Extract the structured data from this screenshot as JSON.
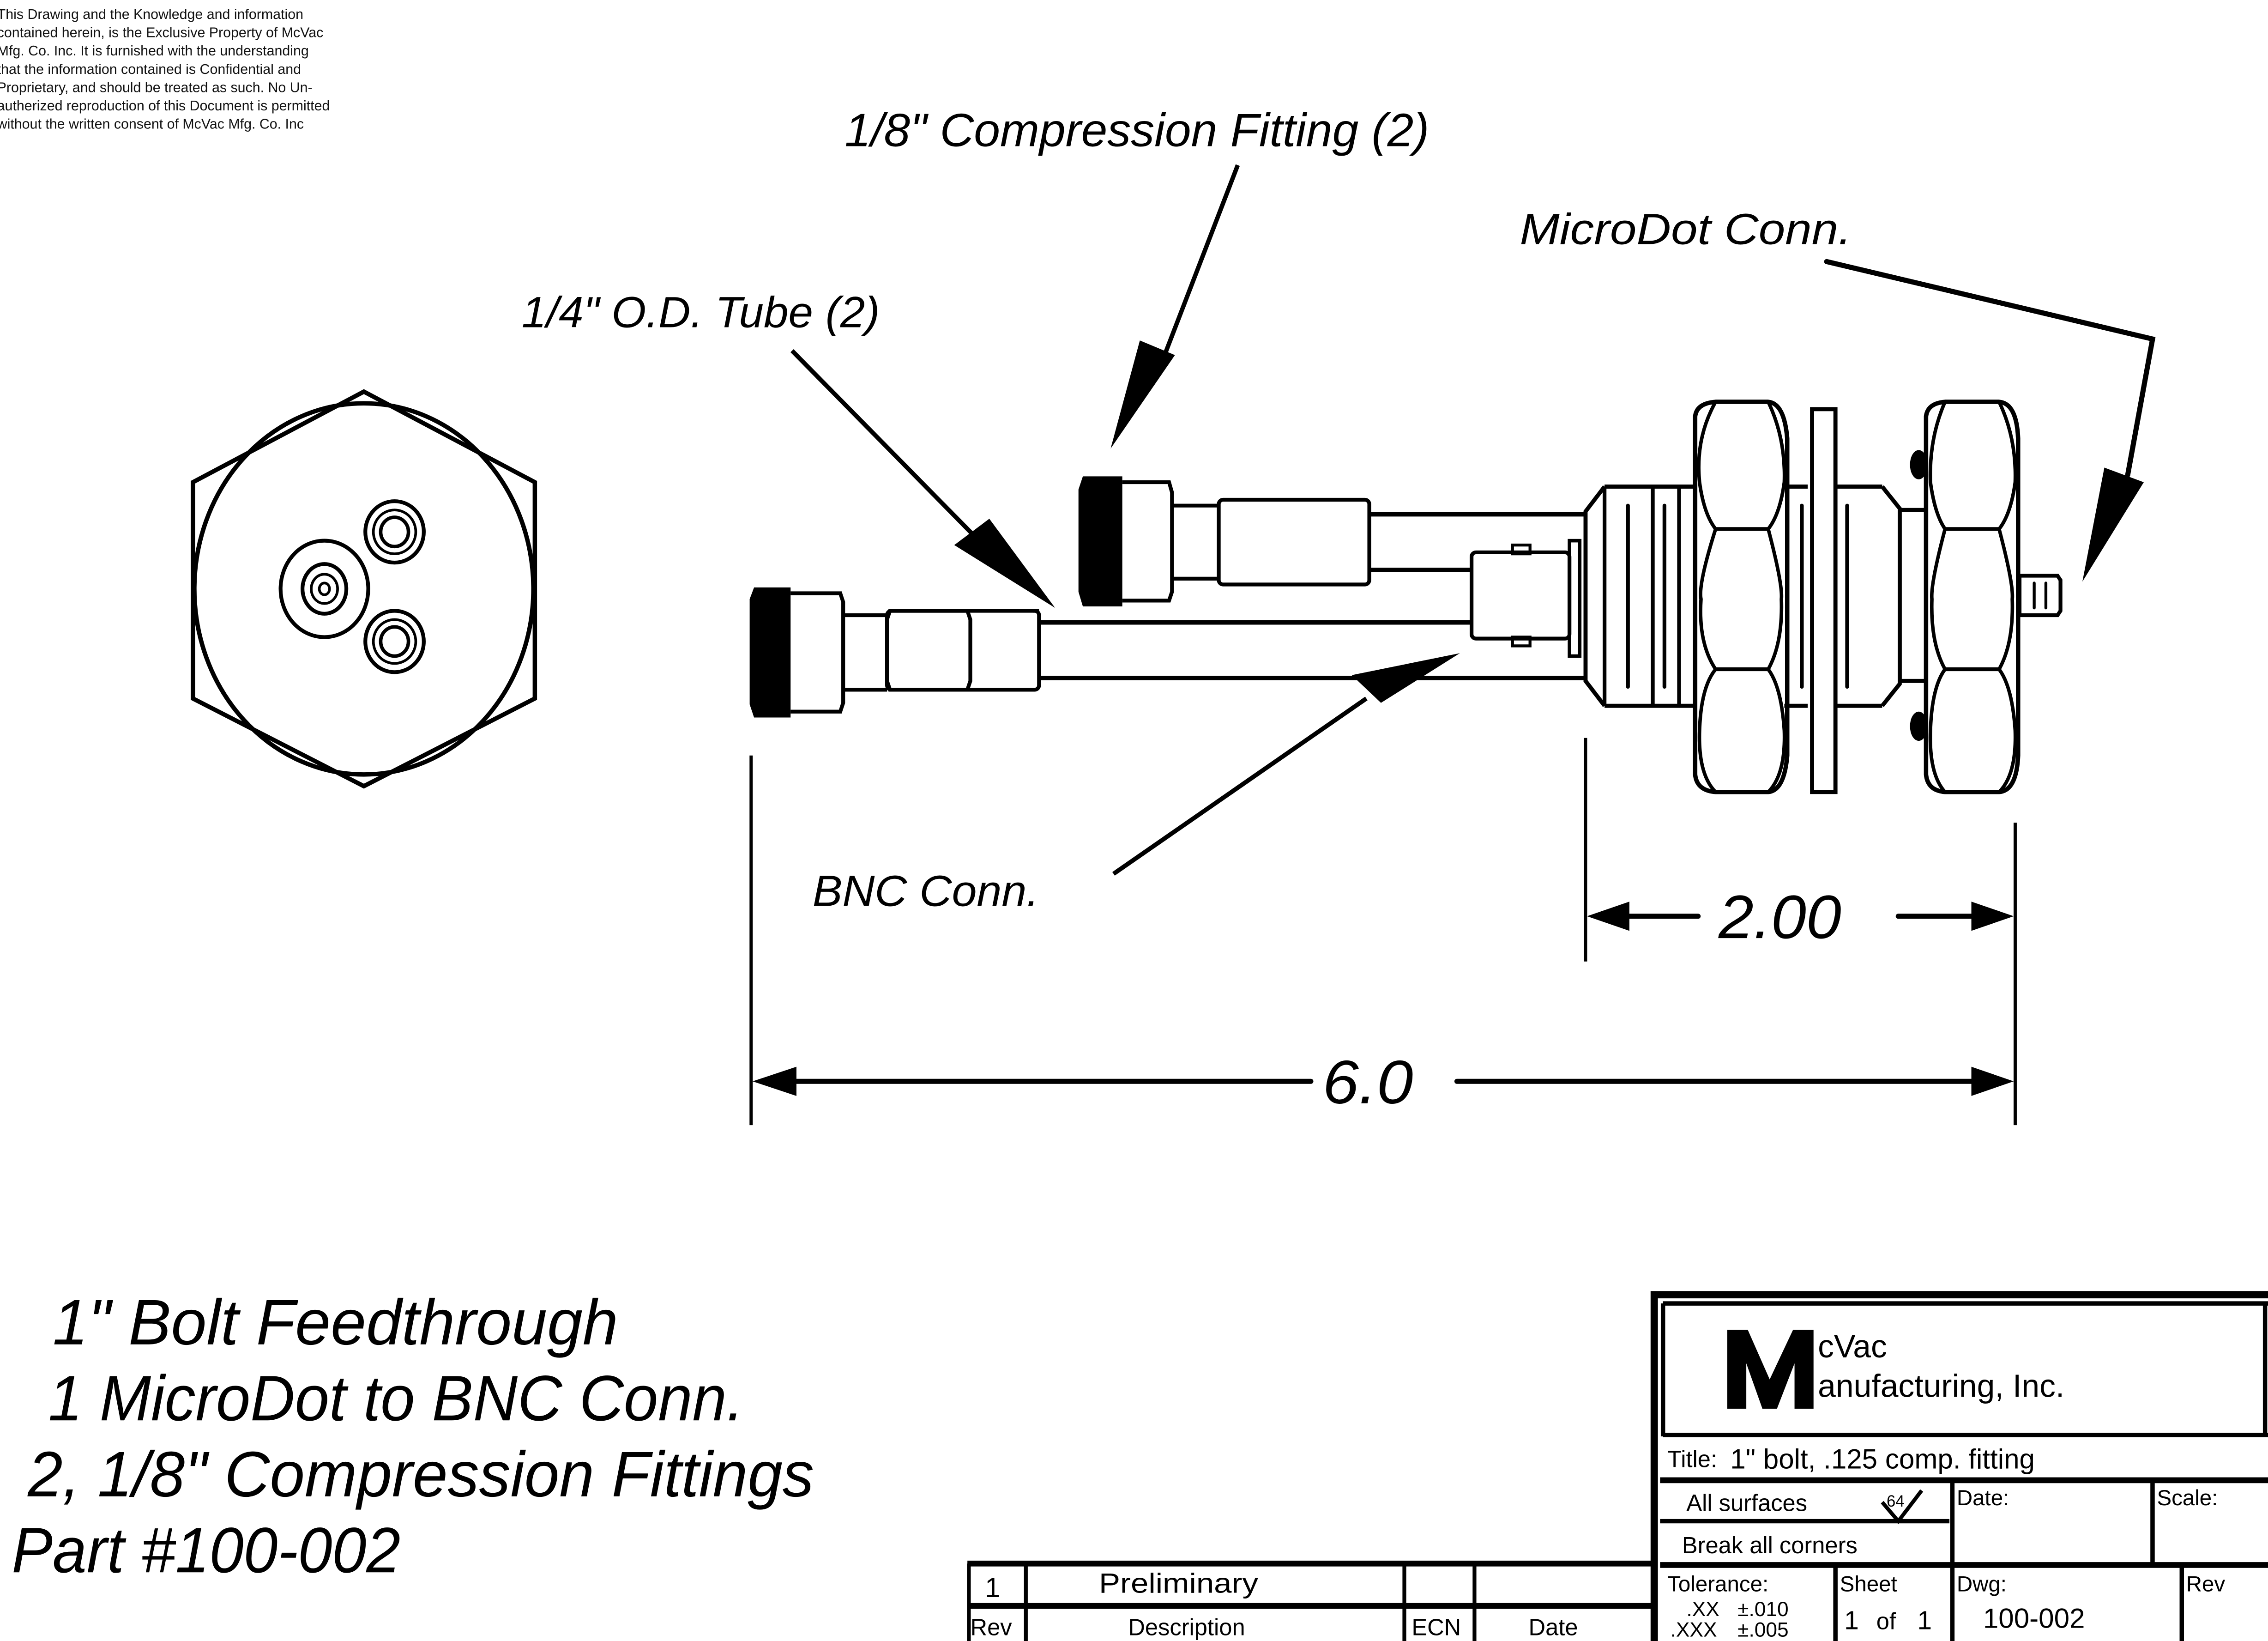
{
  "disclaimer": [
    "This Drawing and the Knowledge and information",
    "contained herein, is the Exclusive Property of McVac",
    "Mfg. Co. Inc. It is furnished with the understanding",
    "that the information contained is Confidential and",
    "Proprietary, and should be treated as such. No Un-",
    "autherized reproduction of this Document is permitted",
    "without the written consent of McVac Mfg. Co. Inc"
  ],
  "callouts": {
    "compression_fitting": "1/8\" Compression Fitting (2)",
    "tube": "1/4\" O.D. Tube (2)",
    "microdot": "MicroDot Conn.",
    "bnc": "BNC Conn."
  },
  "dimensions": {
    "overall": "6.0",
    "bolt_section": "2.00"
  },
  "description": {
    "lines": [
      "1\" Bolt Feedthrough",
      "1 MicroDot to BNC Conn.",
      "2, 1/8\" Compression Fittings",
      "Part #100-002"
    ]
  },
  "revision_table": {
    "row": {
      "rev": "1",
      "description": "Preliminary",
      "ecn": "",
      "date": ""
    },
    "headers": {
      "rev": "Rev",
      "description": "Description",
      "ecn": "ECN",
      "date": "Date"
    }
  },
  "title_block": {
    "logo_letter": "M",
    "company_line1": "cVac",
    "company_line2": "anufacturing, Inc.",
    "title_label": "Title:",
    "title_value": "1\" bolt, .125 comp. fitting",
    "all_surfaces": "All surfaces",
    "surface_finish": "64",
    "break_corners": "Break all corners",
    "date_label": "Date:",
    "date_value": "",
    "scale_label": "Scale:",
    "scale_value": "",
    "tolerance_label": "Tolerance:",
    "tol_xx": ".XX",
    "tol_xx_value": "±.010",
    "tol_xxx": ".XXX",
    "tol_xxx_value": "±.005",
    "sheet_label": "Sheet",
    "sheet_num": "1",
    "sheet_of": "of",
    "sheet_total": "1",
    "dwg_label": "Dwg:",
    "dwg_value": "100-002",
    "rev_label": "Rev",
    "rev_value": ""
  }
}
